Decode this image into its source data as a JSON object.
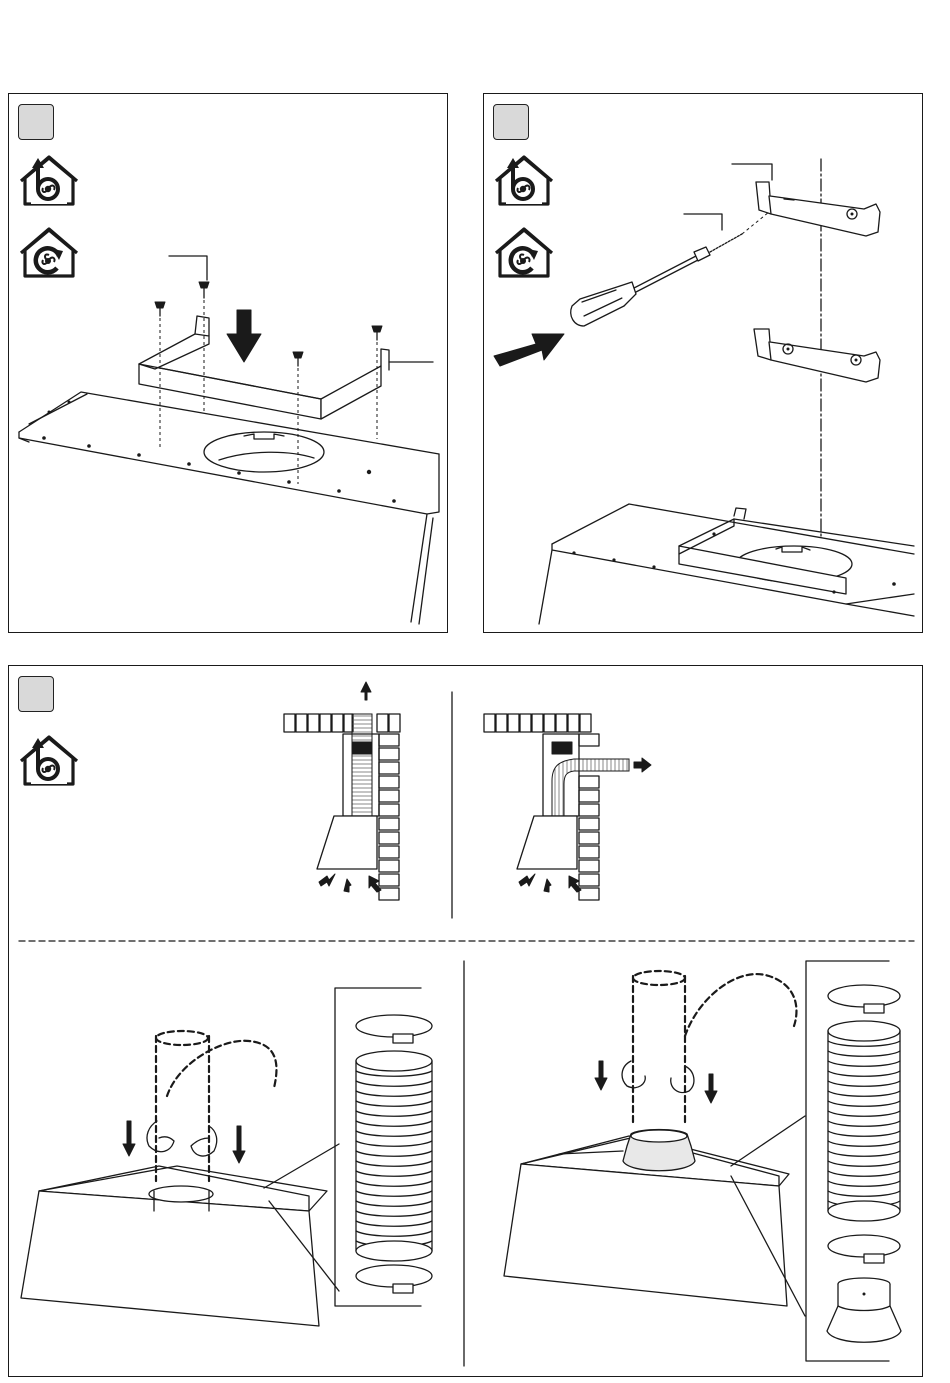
{
  "steps": [
    {
      "id": "step-1",
      "icons": [
        "ducted-extraction-icon",
        "recirculation-icon"
      ]
    },
    {
      "id": "step-2",
      "icons": [
        "ducted-extraction-icon",
        "recirculation-icon"
      ]
    },
    {
      "id": "step-3",
      "icons": [
        "ducted-extraction-icon"
      ]
    }
  ],
  "colors": {
    "line": "#1a1a1a",
    "step_box": "#d9d9d9",
    "background": "#ffffff"
  }
}
